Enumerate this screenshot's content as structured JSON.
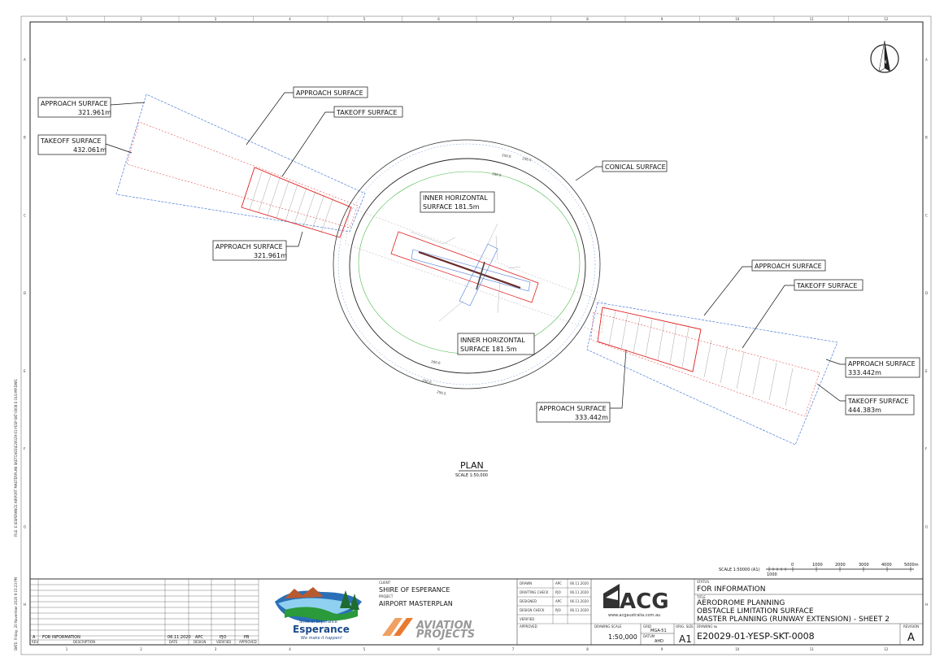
{
  "drawing": {
    "view_title": "PLAN",
    "view_scale": "SCALE 1:50,000",
    "north_symbol": "N",
    "labels": {
      "approach_w": "APPROACH SURFACE",
      "approach_w_len": "321.961m",
      "takeoff_w": "TAKEOFF SURFACE",
      "takeoff_w_len": "432.061m",
      "approach_top": "APPROACH SURFACE",
      "takeoff_top": "TAKEOFF SURFACE",
      "conical": "CONICAL SURFACE",
      "inner_h_top_1": "INNER HORIZONTAL",
      "inner_h_top_2": "SURFACE 181.5m",
      "approach_mid": "APPROACH SURFACE",
      "approach_mid_len": "321.961m",
      "inner_h_bot_1": "INNER HORIZONTAL",
      "inner_h_bot_2": "SURFACE 181.5m",
      "approach_e_top": "APPROACH SURFACE",
      "takeoff_e_top": "TAKEOFF SURFACE",
      "approach_e": "APPROACH SURFACE",
      "approach_e_len": "333.442m",
      "takeoff_e": "TAKEOFF SURFACE",
      "takeoff_e_len": "444.383m",
      "approach_e_bot": "APPROACH SURFACE",
      "approach_e_bot_len": "333.442m"
    },
    "contours": {
      "c250_top": "250.0",
      "c256_top": "256.5",
      "c200_top": "200.0",
      "c200_bot": "200.0",
      "c250_bot": "250.0",
      "c256_bot": "256.5"
    },
    "grid_cols": [
      "1",
      "2",
      "3",
      "4",
      "5",
      "6",
      "7",
      "8",
      "9",
      "10",
      "11",
      "12"
    ],
    "grid_rows": [
      "A",
      "B",
      "C",
      "D",
      "E",
      "F",
      "G",
      "H"
    ],
    "scale_bar": {
      "label": "SCALE 1:50000 (A1)",
      "ticks": [
        "0",
        "1000",
        "2000",
        "3000",
        "4000",
        "5000m"
      ],
      "left": "1000"
    }
  },
  "title_block": {
    "revisions": {
      "rev": "A",
      "description": "FOR INFORMATION",
      "date": "06.11.2020",
      "design": "APC",
      "verified": "PJO",
      "approved": "PB",
      "headers": [
        "REV",
        "DESCRIPTION",
        "DATE",
        "DESIGN",
        "VERIFIED",
        "APPROVED"
      ]
    },
    "logo": {
      "name": "Shire of Esperance",
      "tagline": "We make it happen!"
    },
    "client_label": "CLIENT",
    "client": "SHIRE OF ESPERANCE",
    "project_label": "PROJECT",
    "project": "AIRPORT MASTERPLAN",
    "aviation": "AVIATION PROJECTS",
    "checks": [
      {
        "role": "DRAWN",
        "by": "APC",
        "date": "06.11.2020"
      },
      {
        "role": "DRAFTING CHECK",
        "by": "PJO",
        "date": "06.11.2020"
      },
      {
        "role": "DESIGNED",
        "by": "APC",
        "date": "06.11.2020"
      },
      {
        "role": "DESIGN CHECK",
        "by": "PJO",
        "date": "06.11.2020"
      },
      {
        "role": "VERIFIED",
        "by": "",
        "date": ""
      }
    ],
    "approved_label": "APPROVED",
    "acg": "ACG",
    "acg_url": "www.acgaustralia.com.au",
    "drawing_scale_label": "DRAWING SCALE",
    "drawing_scale": "1:50,000",
    "grid_label": "GRID",
    "grid": "MGA-51",
    "datum_label": "DATUM",
    "datum": "AHD",
    "orig_size_label": "ORIG. SIZE",
    "orig_size": "A1",
    "status_label": "STATUS",
    "status": "FOR INFORMATION",
    "title_label": "TITLE",
    "title_1": "AERODROME PLANNING",
    "title_2": "OBSTACLE LIMITATION SURFACE",
    "title_3": "MASTER PLANNING (RUNWAY EXTENSION) - SHEET 2",
    "drawing_no_label": "DRAWING №",
    "drawing_no": "E20029-01-YESP-SKT-0008",
    "revision_label": "REVISION",
    "revision": "A"
  },
  "side_text": {
    "date": "DATE: Friday, 20 November 2020 9:15:23 PM",
    "file": "FILE: E:\\ESPERANCE AIRPORT MASTERPLAN SKETCHES\\E20029-01-YESP-SKT-0008 E-OLS-MP.DWG"
  }
}
